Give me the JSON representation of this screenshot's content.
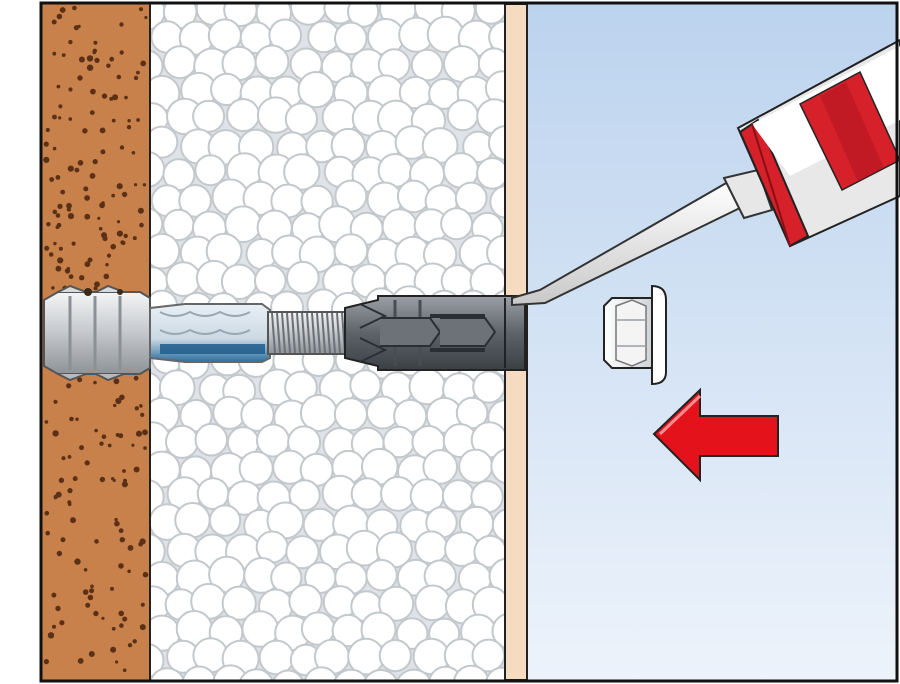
{
  "illustration": {
    "layers": [
      {
        "name": "masonry-wall",
        "color": "#c8814a"
      },
      {
        "name": "eps-insulation",
        "color": "#e9ecef"
      },
      {
        "name": "render-plaster",
        "color": "#f5dcc0"
      },
      {
        "name": "exterior-air",
        "color": "#c7d9ef"
      }
    ],
    "objects": [
      {
        "name": "insulation-anchor",
        "color": "#8a8f95"
      },
      {
        "name": "sealant-cartridge",
        "color": "#d6202a"
      },
      {
        "name": "anchor-cap",
        "color": "#f2f2f2"
      },
      {
        "name": "direction-arrow",
        "color": "#e3121b",
        "direction": "left"
      }
    ]
  }
}
